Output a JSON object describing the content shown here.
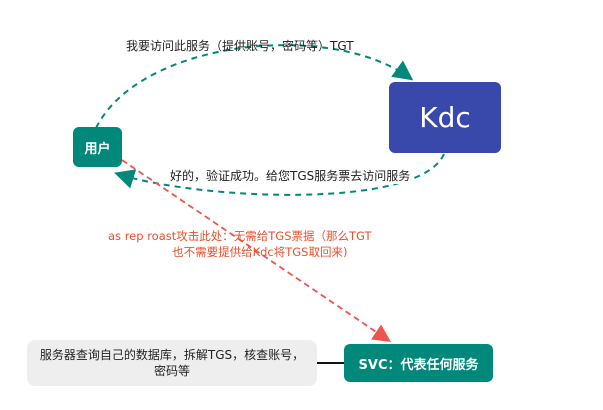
{
  "nodes": {
    "user": "用户",
    "kdc": "Kdc",
    "svc": "SVC：代表任何服务",
    "svc_note": "服务器查询自己的数据库，拆解TGS，核查账号，密码等"
  },
  "edges": {
    "user_to_kdc": "我要访问此服务（提供账号，密码等）TGT",
    "kdc_to_user": "好的，验证成功。给您TGS服务票去访问服务",
    "attack_line1": "as rep roast攻击此处：无需给TGS票据（那么TGT",
    "attack_line2": "也不需要提供给Kdc将TGS取回来)"
  },
  "colors": {
    "teal": "#00897b",
    "kdc_blue": "#3949ab",
    "attack_red": "#e8512d",
    "note_bg": "#eeeeee"
  }
}
